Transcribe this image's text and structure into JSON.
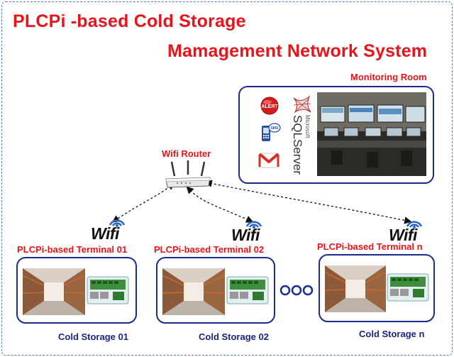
{
  "title": {
    "line1": "PLCPi -based Cold Storage",
    "line2": "Mamagement Network System"
  },
  "monitoring": {
    "label": "Monitoring Room",
    "alert_icon_text": "ALERT",
    "sms_icon_text": "SMS",
    "sql_vendor": "Microsoft",
    "sql_product": "SQLServer"
  },
  "router": {
    "label": "Wifi Router"
  },
  "terminals": [
    {
      "wifi": "Wifi",
      "terminal_label": "PLCPi-based Terminal 01",
      "storage_label": "Cold Storage 01"
    },
    {
      "wifi": "Wifi",
      "terminal_label": "PLCPi-based Terminal 02",
      "storage_label": "Cold Storage 02"
    },
    {
      "wifi": "Wifi",
      "terminal_label": "PLCPi-based Terminal n",
      "storage_label": "Cold Storage n"
    }
  ],
  "colors": {
    "title_red": "#e8141b",
    "box_navy": "#1d2b8f",
    "frame_dash": "#5b7bb3"
  }
}
